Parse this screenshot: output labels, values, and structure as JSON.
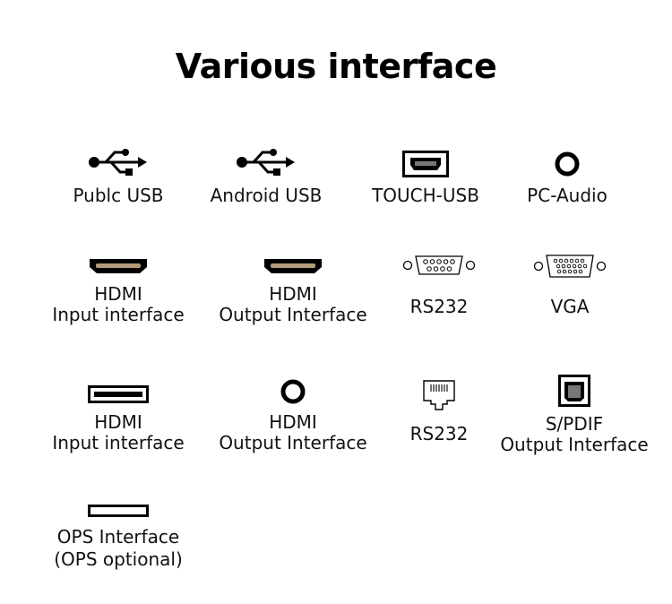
{
  "title": "Various interface",
  "row1": [
    {
      "icon": "usb-icon",
      "line1": "Publc USB"
    },
    {
      "icon": "usb-icon",
      "line1": "Android USB"
    },
    {
      "icon": "usb-b-port-icon",
      "line1": "TOUCH-USB"
    },
    {
      "icon": "audio-jack-icon",
      "line1": "PC-Audio"
    }
  ],
  "row2": [
    {
      "icon": "hdmi-port-icon",
      "line1": "HDMI",
      "line2": "Input interface"
    },
    {
      "icon": "hdmi-port-icon",
      "line1": "HDMI",
      "line2": "Output Interface"
    },
    {
      "icon": "db9-port-icon",
      "line1": "RS232"
    },
    {
      "icon": "vga-port-icon",
      "line1": "VGA"
    }
  ],
  "row3": [
    {
      "icon": "usb-a-port-icon",
      "line1": "HDMI",
      "line2": "Input interface"
    },
    {
      "icon": "audio-jack-icon",
      "line1": "HDMI",
      "line2": "Output Interface"
    },
    {
      "icon": "rj45-port-icon",
      "line1": "RS232"
    },
    {
      "icon": "usb-b-port-icon",
      "line1": "S/PDIF",
      "line2": "Output Interface"
    }
  ],
  "row4": [
    {
      "icon": "ops-slot-icon",
      "line1": "OPS Interface",
      "line2": "(OPS optional)"
    }
  ]
}
